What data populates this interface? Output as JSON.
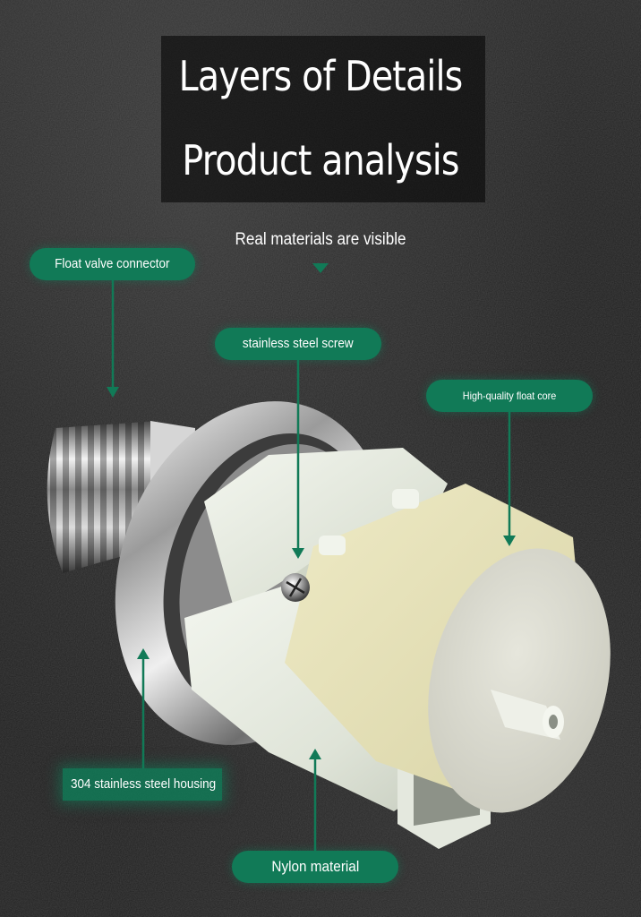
{
  "header": {
    "title_line_1": "Layers of Details",
    "title_line_2": "Product analysis",
    "subtitle": "Real materials are visible"
  },
  "callouts": {
    "float_valve_connector": "Float valve connector",
    "stainless_steel_screw": "stainless steel screw",
    "float_core": "High-quality float core",
    "housing": "304 stainless steel housing",
    "nylon": "Nylon material"
  },
  "colors": {
    "accent_green": "#117a57",
    "background": "#1c1c1c",
    "text": "#ffffff"
  }
}
